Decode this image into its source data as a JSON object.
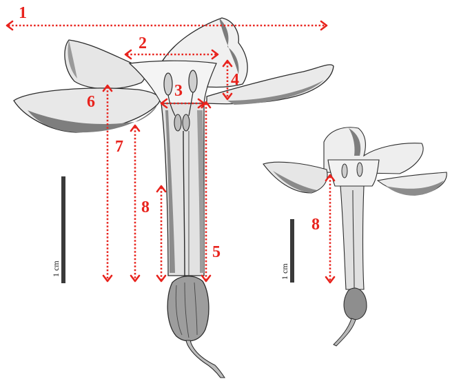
{
  "colors": {
    "annotation": "#e8231d",
    "scale_bar": "#3a3a3a",
    "petal_light": "#ececec",
    "petal_shadow": "#8f8f8f",
    "ink": "#2b2b2b"
  },
  "figure": {
    "large_flower": {
      "measurements": [
        {
          "id": "m1",
          "label": "1"
        },
        {
          "id": "m2",
          "label": "2"
        },
        {
          "id": "m3",
          "label": "3"
        },
        {
          "id": "m4",
          "label": "4"
        },
        {
          "id": "m5",
          "label": "5"
        },
        {
          "id": "m6",
          "label": "6"
        },
        {
          "id": "m7",
          "label": "7"
        },
        {
          "id": "m8",
          "label": "8"
        }
      ],
      "scale_bar_label": "1 cm"
    },
    "small_flower": {
      "measurements": [
        {
          "id": "m8",
          "label": "8"
        }
      ],
      "scale_bar_label": "1 cm"
    }
  }
}
